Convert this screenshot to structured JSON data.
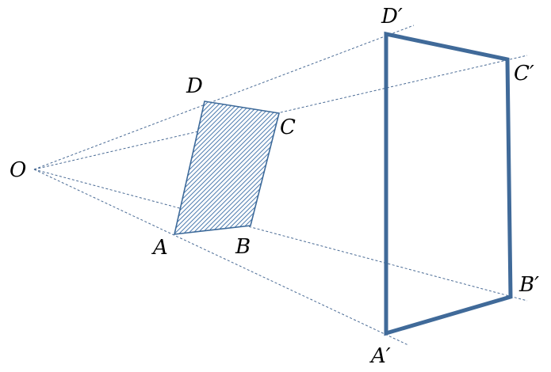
{
  "labels": {
    "O": "O",
    "A": "A",
    "B": "B",
    "C": "C",
    "D": "D",
    "A_prime": "A′",
    "B_prime": "B′",
    "C_prime": "C′",
    "D_prime": "D′"
  },
  "colors": {
    "shape_stroke": "#406a99",
    "hatch": "#4a79ad",
    "ray": "#4a6b95"
  }
}
